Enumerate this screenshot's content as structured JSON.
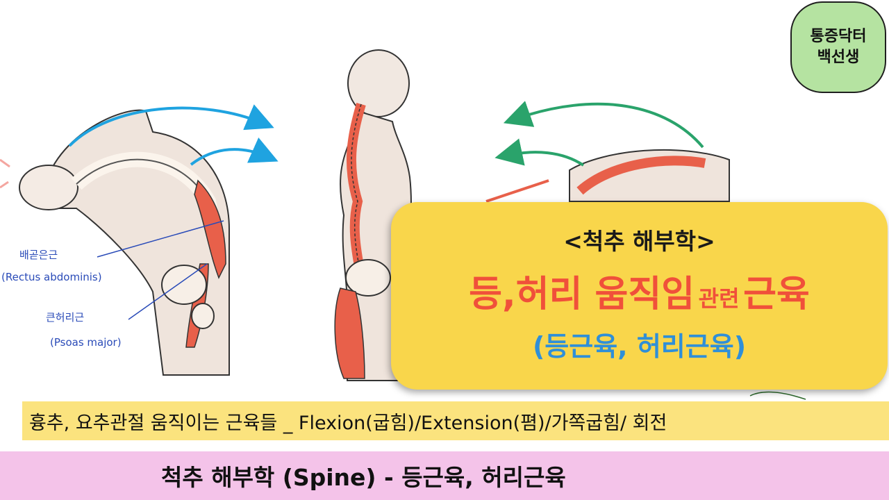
{
  "badge": {
    "line1": "통증닥터",
    "line2": "백선생"
  },
  "figure_labels": {
    "rectus_ko": "배곧은근",
    "rectus_en": "(Rectus abdominis)",
    "psoas_ko": "큰허리근",
    "psoas_en": "(Psoas major)"
  },
  "card": {
    "title": "<척추 해부학>",
    "headline_part1": "등,허리 움직임",
    "headline_small": "관련",
    "headline_part2": "근육",
    "subtitle": "(등근육, 허리근육)"
  },
  "banner": {
    "text": "흉추, 요추관절 움직이는 근육들 _ Flexion(굽힘)/Extension(폄)/가쪽굽힘/ 회전"
  },
  "footer": {
    "text": "척추 해부학 (Spine) - 등근육, 허리근육"
  },
  "colors": {
    "badge_bg": "#b5e3a1",
    "card_bg": "#f9d64b",
    "headline": "#f0503a",
    "subtitle": "#2f8fd8",
    "banner_bg": "#fbe37e",
    "footer_bg": "#f4c3e9",
    "arrow_blue": "#1fa3e0",
    "arrow_green": "#2aa36b",
    "muscle_red": "#e8604a"
  },
  "icons": [
    "flexion-arrow-icon",
    "extension-arrow-icon"
  ]
}
